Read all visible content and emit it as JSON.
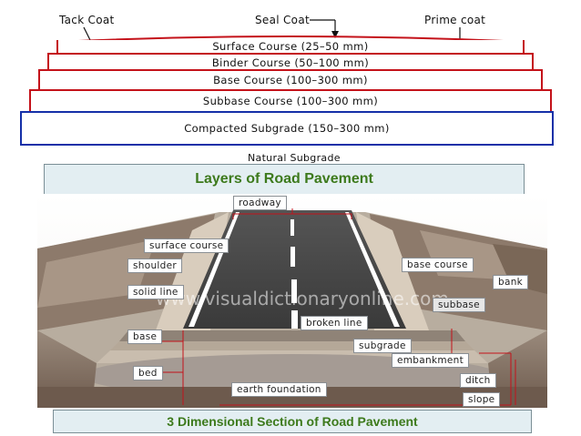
{
  "top": {
    "tack_coat": "Tack Coat",
    "seal_coat": "Seal Coat",
    "prime_coat": "Prime coat"
  },
  "layers": [
    {
      "label": "Surface Course (25–50 mm)"
    },
    {
      "label": "Binder Course (50–100 mm)"
    },
    {
      "label": "Base Course (100–300 mm)"
    },
    {
      "label": "Subbase Course (100–300 mm)"
    },
    {
      "label": "Compacted Subgrade (150–300 mm)"
    }
  ],
  "natural_subgrade": "Natural Subgrade",
  "caption_top": "Layers of Road Pavement",
  "section3d": {
    "watermark": "www.visualdictionaryonline.com",
    "labels": {
      "roadway": "roadway",
      "surface_course": "surface course",
      "shoulder": "shoulder",
      "solid_line": "solid line",
      "base": "base",
      "bed": "bed",
      "broken_line": "broken line",
      "subgrade": "subgrade",
      "embankment": "embankment",
      "earth_foundation": "earth foundation",
      "ditch": "ditch",
      "slope": "slope",
      "base_course": "base course",
      "bank": "bank",
      "subbase": "subbase"
    }
  },
  "caption_bottom": "3 Dimensional Section of Road Pavement"
}
